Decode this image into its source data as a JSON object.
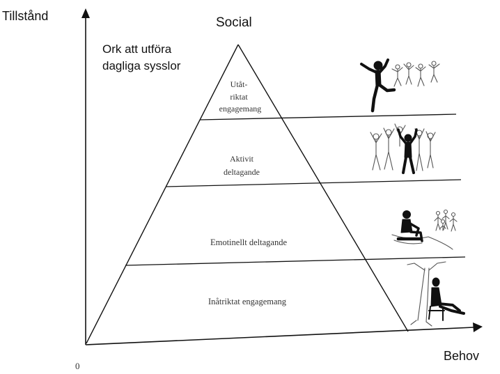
{
  "axes": {
    "y_label": "Tillstånd",
    "x_label": "Behov",
    "origin_label": "0"
  },
  "top_label": "Social",
  "side_label": {
    "line1": "Ork att utföra",
    "line2": "dagliga sysslor"
  },
  "levels": [
    {
      "lines": [
        "Utåt-",
        "riktat",
        "engagemang"
      ]
    },
    {
      "lines": [
        "Aktivit",
        "deltagande"
      ]
    },
    {
      "lines": [
        "Emotinellt deltagande"
      ]
    },
    {
      "lines": [
        "Inåtriktat engagemang"
      ]
    }
  ],
  "illustrations": [
    {
      "icon": "jumping-crowd-icon"
    },
    {
      "icon": "cheering-group-icon"
    },
    {
      "icon": "sitting-watcher-icon"
    },
    {
      "icon": "tree-bench-icon"
    }
  ]
}
